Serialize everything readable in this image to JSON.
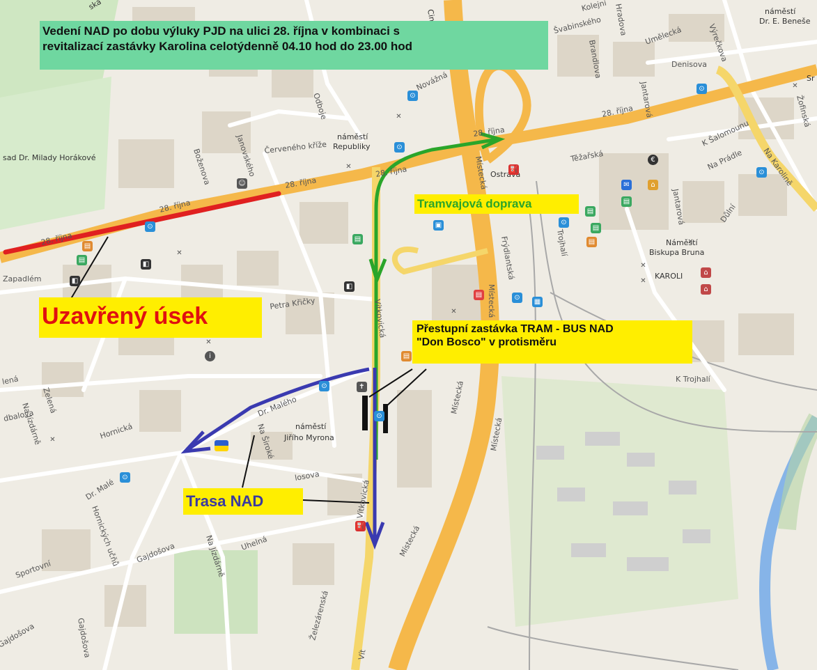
{
  "title": {
    "line1": "Vedení NAD po dobu výluky PJD na ulici 28. října v kombinaci s",
    "line2": "revitalizací zastávky Karolina celotýdenně 04.10 hod do 23.00 hod"
  },
  "closed_section": "Uzavřený úsek",
  "tram_traffic": "Tramvajová doprava",
  "transfer_stop": {
    "line1": "Přestupní zastávka TRAM - BUS NAD",
    "line2": "\"Don Bosco\" v protisměru"
  },
  "route_nad": "Trasa NAD",
  "colors": {
    "closed": "#e02020",
    "tram": "#2aa52a",
    "bus": "#3a3ab0",
    "highlight": "#ffee00",
    "title_bg": "#6fd7a0",
    "road": "#f5b84a"
  },
  "streets": {
    "r28_1": "28. října",
    "r28_2": "28. října",
    "r28_3": "28. října",
    "r28_4": "28. října",
    "r28_5": "28. října",
    "r28_6": "28. října",
    "cerveneho": "Červeného kříže",
    "bozdechova": "Boženova",
    "janovskeho": "Janovského",
    "odboje": "Odboje",
    "novazna": "Novážná",
    "mistecka1": "Místecká",
    "mistecka2": "Místecká",
    "mistecka3": "Místecká",
    "mistecka4": "Místecká",
    "mistecka5": "Místecká",
    "frydlantska": "Frýdlantská",
    "trojhali": "K Trojhalí",
    "trojhali2": "Trojhalí",
    "vitkovicka1": "Vítkovická",
    "vitkovicka2": "Vítkovická",
    "petra": "Petra Křičky",
    "drmaleho1": "Dr. Malého",
    "drmaleho2": "Dr. Malé",
    "hornicka": "Hornická",
    "hornickych": "Hornických učňů",
    "nasiroke": "Na Široké",
    "jizdarne1": "Na Jízdárně",
    "jizdarne2": "Na Jízdárně",
    "gajdosova1": "Gajdošova",
    "gajdosova2": "Gajdošova",
    "gajdosova3": "Gajdošova",
    "sportovni": "Sportovní",
    "uhelna": "Uhelná",
    "zelezarenska": "Železárenská",
    "zelena": "Zelená",
    "lena": "lená",
    "zapadlem": "Zapadlém",
    "dbalova": "dbalova",
    "losova": "losova",
    "tezarska": "Těžařská",
    "salomounu": "K Šalomounu",
    "pradle": "Na Prádle",
    "jantarova1": "Jantarová",
    "jantarova2": "Jantarová",
    "dulni": "Důlní",
    "nakoline": "Na Karolině",
    "zofinska": "Žofinská",
    "denisova": "Denisova",
    "umelecka": "Umělecká",
    "vyreckova": "Výrečkova",
    "brandlova": "Brandlova",
    "svabinskeho": "Švabinského",
    "kolejni": "Kolejní",
    "hradova": "Hradova",
    "vita": "Vít"
  },
  "places": {
    "republiky1": "náměstí",
    "republiky2": "Republiky",
    "myronova1": "náměstí",
    "myronova2": "Jiřího Myrona",
    "benese1": "náměstí",
    "benese2": "Dr. E. Beneše",
    "bruna1": "Náměstí",
    "bruna2": "Biskupa Bruna",
    "karolina": "KAROLI",
    "horakove": "sad Dr. Milady Horákové",
    "ostrava": "Ostrava",
    "cin": "Cin",
    "ska": "ská",
    "sr": "Sr"
  }
}
